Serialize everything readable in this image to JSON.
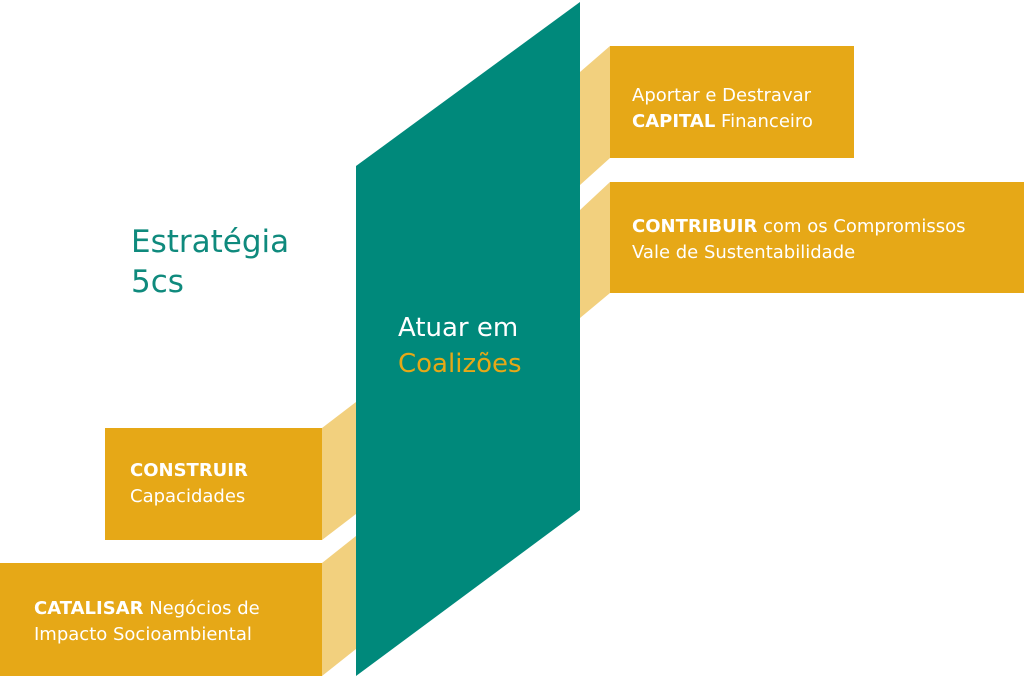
{
  "title": {
    "line1": "Estratégia",
    "line2": "5cs"
  },
  "center": {
    "line1": "Atuar em",
    "line2": "Coalizões"
  },
  "items": {
    "capital": {
      "line1": "Aportar e Destravar",
      "line2_bold": "CAPITAL",
      "line2_rest": " Financeiro"
    },
    "contribuir": {
      "line1_bold": "CONTRIBUIR",
      "line1_rest": " com os Compromissos",
      "line2": "Vale de Sustentabilidade"
    },
    "construir": {
      "line1_bold": "CONSTRUIR",
      "line2": "Capacidades"
    },
    "catalisar": {
      "line1_bold": "CATALISAR",
      "line1_rest": " Negócios de",
      "line2": "Impacto Socioambiental"
    }
  },
  "colors": {
    "teal": "#00897b",
    "gold": "#e6a817",
    "gold_light": "#f2d07e",
    "title_teal": "#0f8a7d",
    "white": "#ffffff"
  }
}
